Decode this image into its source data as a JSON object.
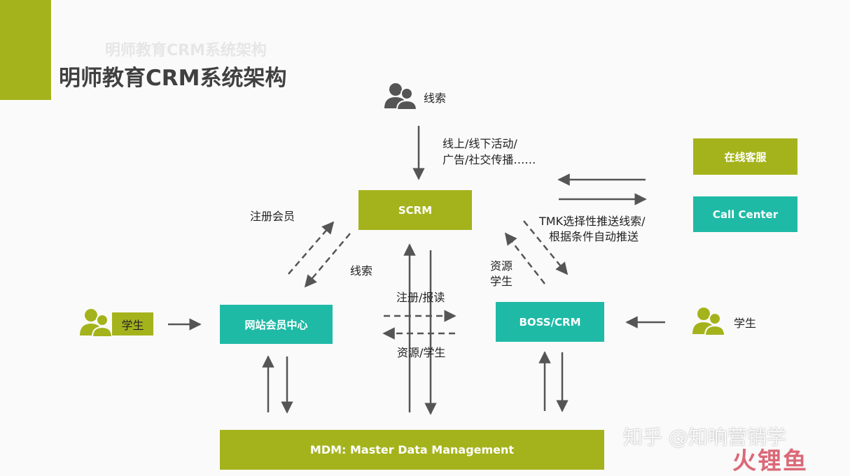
{
  "title": "明师教育CRM系统架构",
  "title_ghost": "明师教育CRM系统架构",
  "colors": {
    "accent_green": "#a4b31c",
    "accent_teal": "#1fbaa6",
    "arrow": "#555555"
  },
  "nodes": {
    "scrm": "SCRM",
    "website": "网站会员中心",
    "boss": "BOSS/CRM",
    "mdm": "MDM: Master Data Management",
    "online_service": "在线客服",
    "call_center": "Call Center"
  },
  "labels": {
    "top_lead": "线索",
    "channel_line1": "线上/线下活动/",
    "channel_line2": "广告/社交传播……",
    "register": "注册会员",
    "lead": "线索",
    "tmk_line1": "TMK选择性推送线索/",
    "tmk_line2": "根据条件自动推送",
    "resource_line1": "资源",
    "resource_line2": "学生",
    "register_apply": "注册/报读",
    "resource_student": "资源/学生",
    "student_left": "学生",
    "student_right": "学生"
  },
  "watermark": {
    "text": "知乎 @知响营销学",
    "logo": "火锂鱼"
  }
}
